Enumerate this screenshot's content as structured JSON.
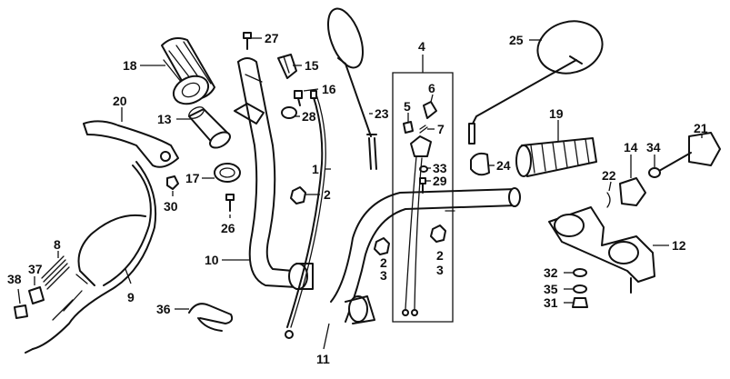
{
  "callouts": [
    "1",
    "2",
    "2",
    "2",
    "3",
    "3",
    "4",
    "5",
    "6",
    "7",
    "8",
    "9",
    "10",
    "11",
    "12",
    "13",
    "14",
    "15",
    "16",
    "17",
    "18",
    "19",
    "20",
    "21",
    "22",
    "23",
    "24",
    "25",
    "26",
    "27",
    "28",
    "29",
    "30",
    "31",
    "32",
    "33",
    "34",
    "35",
    "36",
    "37",
    "38"
  ]
}
